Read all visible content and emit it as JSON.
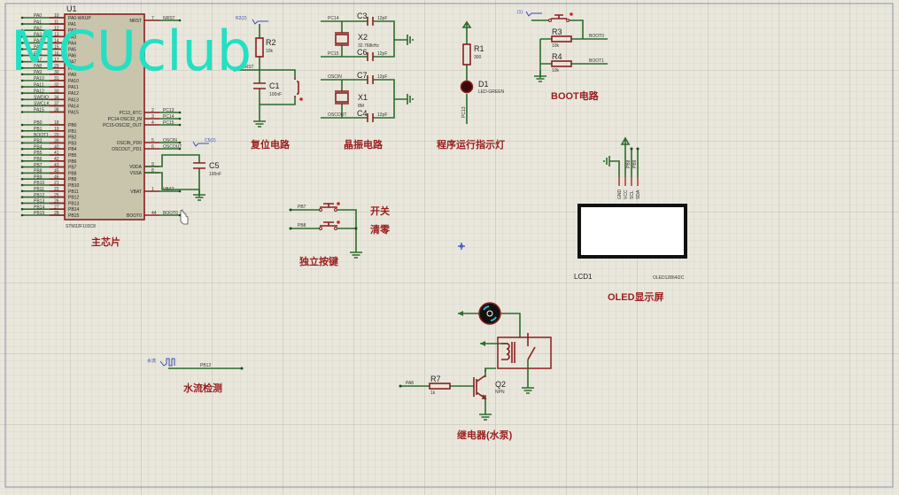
{
  "watermark": "MCUclub",
  "mcu": {
    "ref": "U1",
    "part": "STM32F103C8",
    "title": "主芯片",
    "left_pins": [
      {
        "net": "PA0",
        "num": "10",
        "name": "PA0-WKUP"
      },
      {
        "net": "PA1",
        "num": "11",
        "name": "PA1"
      },
      {
        "net": "PA2",
        "num": "12",
        "name": "PA2"
      },
      {
        "net": "PA3",
        "num": "13",
        "name": "PA3"
      },
      {
        "net": "PA4",
        "num": "14",
        "name": "PA4"
      },
      {
        "net": "PA5",
        "num": "15",
        "name": "PA5"
      },
      {
        "net": "PA6",
        "num": "16",
        "name": "PA6"
      },
      {
        "net": "PA7",
        "num": "17",
        "name": "PA7"
      },
      {
        "net": "PA8",
        "num": "29",
        "name": "PA8"
      },
      {
        "net": "PA9",
        "num": "30",
        "name": "PA9"
      },
      {
        "net": "PA10",
        "num": "31",
        "name": "PA10"
      },
      {
        "net": "PA11",
        "num": "32",
        "name": "PA11"
      },
      {
        "net": "PA12",
        "num": "33",
        "name": "PA12"
      },
      {
        "net": "SWDIO",
        "num": "34",
        "name": "PA13"
      },
      {
        "net": "SWCLK",
        "num": "37",
        "name": "PA14"
      },
      {
        "net": "PA15",
        "num": "38",
        "name": "PA15"
      },
      {
        "net": "PB0",
        "num": "18",
        "name": "PB0"
      },
      {
        "net": "PB1",
        "num": "19",
        "name": "PB1"
      },
      {
        "net": "BOOT1",
        "num": "20",
        "name": "PB2"
      },
      {
        "net": "PB3",
        "num": "39",
        "name": "PB3"
      },
      {
        "net": "PB4",
        "num": "40",
        "name": "PB4"
      },
      {
        "net": "PB5",
        "num": "41",
        "name": "PB5"
      },
      {
        "net": "PB6",
        "num": "42",
        "name": "PB6"
      },
      {
        "net": "PB7",
        "num": "43",
        "name": "PB7"
      },
      {
        "net": "PB8",
        "num": "45",
        "name": "PB8"
      },
      {
        "net": "PB9",
        "num": "46",
        "name": "PB9"
      },
      {
        "net": "PB10",
        "num": "21",
        "name": "PB10"
      },
      {
        "net": "PB11",
        "num": "22",
        "name": "PB11"
      },
      {
        "net": "PB12",
        "num": "25",
        "name": "PB12"
      },
      {
        "net": "PB13",
        "num": "26",
        "name": "PB13"
      },
      {
        "net": "PB14",
        "num": "27",
        "name": "PB14"
      },
      {
        "net": "PB15",
        "num": "28",
        "name": "PB15"
      }
    ],
    "right_pins": [
      {
        "net": "NRST",
        "num": "7",
        "name": "NRST"
      },
      {
        "net": "PC13",
        "num": "2",
        "name": "PC13_RTC"
      },
      {
        "net": "PC14",
        "num": "3",
        "name": "PC14-OSC32_IN"
      },
      {
        "net": "PC15",
        "num": "4",
        "name": "PC15-OSC32_OUT"
      },
      {
        "net": "OSCIN",
        "num": "5",
        "name": "OSCIN_PD0"
      },
      {
        "net": "OSCOUT",
        "num": "6",
        "name": "OSCOUT_PD1"
      },
      {
        "net": "",
        "num": "9",
        "name": "VDDA"
      },
      {
        "net": "",
        "num": "8",
        "name": "VSSA"
      },
      {
        "net": "VBAT",
        "num": "1",
        "name": "VBAT"
      },
      {
        "net": "BOOT0",
        "num": "44",
        "name": "BOOT0"
      }
    ],
    "c5": {
      "ref": "C5",
      "value": "100nF",
      "probe": "C5(2)"
    }
  },
  "reset": {
    "title": "复位电路",
    "probe": "R2(2)",
    "r_ref": "R2",
    "r_val": "10k",
    "c_ref": "C1",
    "c_val": "100nF",
    "net": "NRST"
  },
  "crystal": {
    "title": "晶振电路",
    "x2": {
      "ref": "X2",
      "value": "32.768kHz"
    },
    "x1": {
      "ref": "X1",
      "value": "8M"
    },
    "caps": [
      {
        "ref": "C3",
        "value": "12pF"
      },
      {
        "ref": "C6",
        "value": "12pF"
      },
      {
        "ref": "C7",
        "value": "12pF"
      },
      {
        "ref": "C4",
        "value": "12pF"
      }
    ],
    "nets": [
      "PC14",
      "PC15",
      "OSCIN",
      "OSCOUT"
    ]
  },
  "led": {
    "title": "程序运行指示灯",
    "r_ref": "R1",
    "r_val": "300",
    "d_ref": "D1",
    "d_val": "LED-GREEN",
    "net": "PC13"
  },
  "boot": {
    "title": "BOOT电路",
    "probe": "(1)",
    "r3": {
      "ref": "R3",
      "value": "10k"
    },
    "r4": {
      "ref": "R4",
      "value": "10k"
    },
    "net0": "BOOT0",
    "net1": "BOOT1"
  },
  "oled": {
    "title": "OLED显示屏",
    "ref": "LCD1",
    "part": "OLED12864I2C",
    "pins": [
      "GND",
      "VCC",
      "SCL",
      "SDA"
    ],
    "pin_nets": [
      "PB8",
      "PB9"
    ]
  },
  "keys": {
    "title": "独立按键",
    "k1_net": "PB7",
    "k1_label": "开关",
    "k2_net": "PB8",
    "k2_label": "清零"
  },
  "flow": {
    "title": "水流检测",
    "source": "水流",
    "net": "PB12"
  },
  "relay": {
    "title": "继电器(水泵)",
    "r_ref": "R7",
    "r_val": "1k",
    "q_ref": "Q2",
    "q_val": "NPN",
    "net": "PA8"
  },
  "colors": {
    "wire": "#2b6b2b",
    "component": "#8a1f1f",
    "title": "#9a1e1e",
    "watermark": "#23e0c3",
    "grid": "#e9e7dc"
  }
}
